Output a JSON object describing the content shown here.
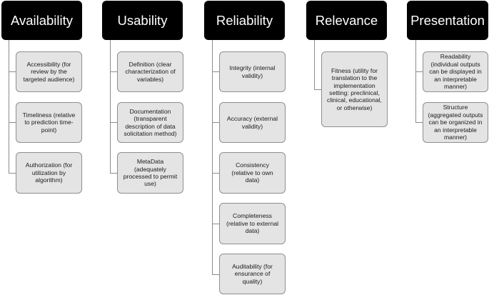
{
  "categories": [
    {
      "title": "Availability",
      "items": [
        "Accessibility (for review by the targeted audience)",
        "Timeliness (relative to prediction time-point)",
        "Authorization (for utilization by algorithm)"
      ]
    },
    {
      "title": "Usability",
      "items": [
        "Definition (clear characterization of variables)",
        "Documentation (transparent description of data solicitation method)",
        "MetaData (adequately processed to permit use)"
      ]
    },
    {
      "title": "Reliability",
      "items": [
        "Integrity (internal validity)",
        "Accuracy (external validity)",
        "Consistency (relative to own data)",
        "Completeness (relative to external data)",
        "Auditability (for ensurance of quality)"
      ]
    },
    {
      "title": "Relevance",
      "items": [
        "Fitness (utility for translation to the implementation setting: preclinical, clinical, educational, or otherwise)"
      ]
    },
    {
      "title": "Presentation",
      "items": [
        "Readability (individual outputs can be displayed in an interpretable manner)",
        "Structure (aggregated outputs can be organized in an interpretable manner)"
      ]
    }
  ]
}
